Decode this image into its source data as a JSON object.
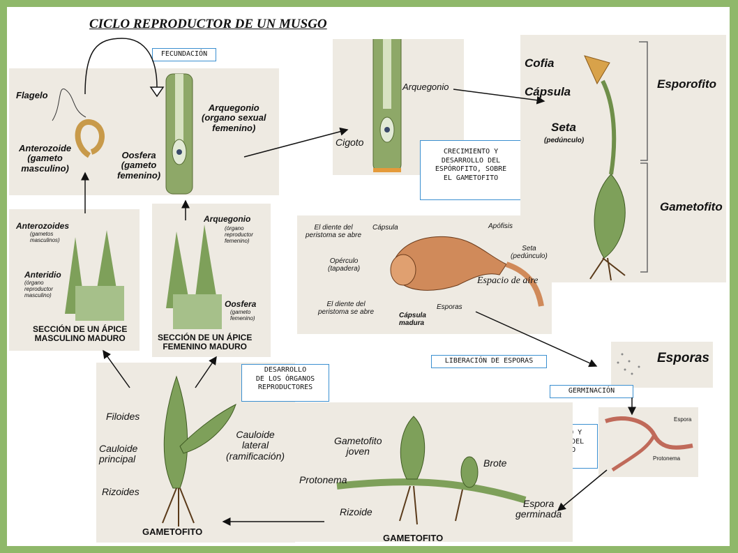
{
  "title": "CICLO REPRODUCTOR DE UN MUSGO",
  "boxes": {
    "fecundacion": "FECUNDACIÓN",
    "crecimiento_esporofito": "CRECIMIENTO Y\nDESARROLLO DEL\nESPÓROFITO, SOBRE\nEL GAMETOFITO",
    "liberacion": "LIBERACIÓN DE ESPORAS",
    "germinacion": "GERMINACIÓN",
    "crecimiento_gametofito": "CRECIMIENTO Y\nDESARROLLO DEL\nGAMETOFITO",
    "desarrollo_organos": "DESARROLLO\nDE LOS ÓRGANOS\nREPRODUCTORES"
  },
  "fecundation_panel": {
    "flagelo": "Flagelo",
    "anterozoide": "Anterozoide\n(gameto\nmasculino)",
    "oosfera": "Oosfera\n(gameto\nfemenino)",
    "arquegonio": "Arquegonio\n(organo sexual\nfemenino)"
  },
  "zygote_panel": {
    "arquegonio": "Arquegonio",
    "cigoto": "Cigoto"
  },
  "sporophyte_panel": {
    "cofia": "Cofia",
    "capsula": "Cápsula",
    "seta": "Seta",
    "seta_sub": "(pedúnculo)",
    "esporofito": "Esporofito",
    "gametofito": "Gametofito"
  },
  "male_apex": {
    "anterozoides": "Anterozoides",
    "anterozoides_sub": "(gametos\nmasculinos)",
    "anteridio": "Anteridio",
    "anteridio_sub": "(órgano\nreproductor\nmasculino)",
    "caption": "SECCIÓN DE UN ÁPICE\nMASCULINO MADURO"
  },
  "female_apex": {
    "arquegonio": "Arquegonio",
    "arquegonio_sub": "(órgano\nreproductor\nfemenino)",
    "oosfera": "Oosfera",
    "oosfera_sub": "(gameto\nfemenino)",
    "caption": "SECCIÓN DE UN ÁPICE\nFEMENINO MADURO"
  },
  "capsule_panel": {
    "diente_top": "El diente del\nperistoma se abre",
    "capsula": "Cápsula",
    "apofisis": "Apófisis",
    "seta": "Seta\n(pedúnculo)",
    "operculo": "Opérculo\n(tapadera)",
    "espacio": "Espacio de aire",
    "diente_bottom": "El diente del\nperistoma se abre",
    "esporas": "Esporas",
    "madura": "Cápsula\nmadura"
  },
  "spores_panel": {
    "esporas": "Esporas"
  },
  "protonema_panel": {
    "espora": "Espora",
    "protonema": "Protonema"
  },
  "gametophyte_left": {
    "filoides": "Filoides",
    "cauloide_principal": "Cauloide\nprincipal",
    "cauloide_lateral": "Cauloide\nlateral\n(ramificación)",
    "rizoides": "Rizoides",
    "caption": "GAMETOFITO"
  },
  "gametophyte_right": {
    "joven": "Gametofito\njoven",
    "protonema": "Protonema",
    "brote": "Brote",
    "rizoide": "Rizoide",
    "espora_germinada": "Espora\ngerminada",
    "caption": "GAMETOFITO"
  },
  "colors": {
    "border": "#8fb86a",
    "panel": "#eeeae2",
    "plant": "#6f8f4a",
    "box_border": "#3a8fd0"
  }
}
